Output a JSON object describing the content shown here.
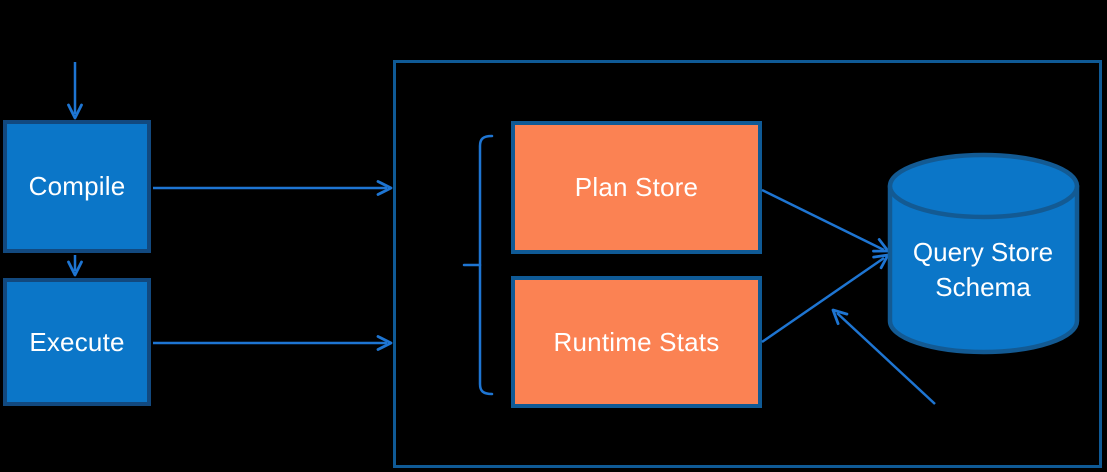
{
  "colors": {
    "background": "#000000",
    "blue_node_fill": "#0B76C8",
    "blue_node_border": "#12497F",
    "orange_node_fill": "#FB8253",
    "orange_node_border": "#0F5A96",
    "container_border": "#0F5A96",
    "arrow": "#1E75D2",
    "cylinder_fill": "#0B76C8",
    "cylinder_border": "#135A93",
    "text": "#FFFFFF"
  },
  "diagram": {
    "type": "flow-diagram",
    "description": "Query Store architecture: Compile and Execute feed a container holding Plan Store and Runtime Stats, which write into the Query Store Schema database",
    "nodes": {
      "compile": {
        "label": "Compile",
        "shape": "rectangle",
        "color": "blue"
      },
      "execute": {
        "label": "Execute",
        "shape": "rectangle",
        "color": "blue"
      },
      "plan_store": {
        "label": "Plan Store",
        "shape": "rectangle",
        "color": "orange"
      },
      "runtime_stats": {
        "label": "Runtime Stats",
        "shape": "rectangle",
        "color": "orange"
      },
      "query_store_schema": {
        "label": "Query Store Schema",
        "line1": "Query Store",
        "line2": "Schema",
        "shape": "cylinder",
        "color": "blue"
      }
    },
    "edges": [
      {
        "from": "external-top",
        "to": "compile",
        "style": "arrow"
      },
      {
        "from": "compile",
        "to": "execute",
        "style": "arrow"
      },
      {
        "from": "compile",
        "to": "query-store-container",
        "style": "arrow"
      },
      {
        "from": "execute",
        "to": "query-store-container",
        "style": "arrow"
      },
      {
        "from": "plan_store",
        "to": "query_store_schema",
        "style": "arrow"
      },
      {
        "from": "runtime_stats",
        "to": "query_store_schema",
        "style": "arrow"
      },
      {
        "from": "external-bottom-right",
        "to": "query_store_schema",
        "style": "arrow"
      }
    ],
    "annotations": [
      {
        "name": "group-bracket",
        "description": "bracket grouping Plan Store and Runtime Stats"
      }
    ]
  }
}
